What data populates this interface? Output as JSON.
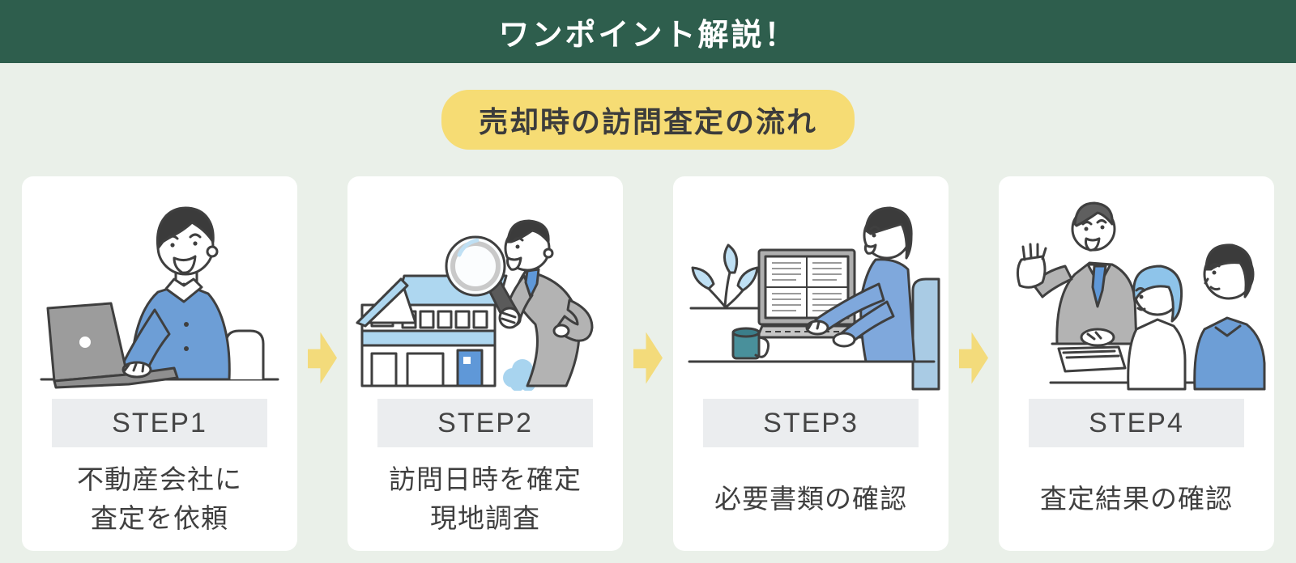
{
  "header": {
    "title": "ワンポイント解説！",
    "bg_color": "#2E5E4D",
    "text_color": "#FFFFFF"
  },
  "badge": {
    "label": "売却時の訪問査定の流れ",
    "bg_color": "#F6DC74",
    "text_color": "#3C3C3C"
  },
  "steps": [
    {
      "label": "STEP1",
      "lines": [
        "不動産会社に",
        "査定を依頼"
      ],
      "illustration": "man-requesting-assessment-on-laptop"
    },
    {
      "label": "STEP2",
      "lines": [
        "訪問日時を確定",
        "現地調査"
      ],
      "illustration": "agent-inspecting-house-with-magnifying-glass"
    },
    {
      "label": "STEP3",
      "lines": [
        "必要書類の確認"
      ],
      "illustration": "man-checking-documents-on-computer"
    },
    {
      "label": "STEP4",
      "lines": [
        "査定結果の確認"
      ],
      "illustration": "agent-explaining-results-to-couple"
    }
  ],
  "arrows": {
    "count": 3,
    "direction": "right",
    "color": "#F3DB7B"
  },
  "colors": {
    "page_bg": "#EAF0E9",
    "card_bg": "#FFFFFF",
    "step_banner_bg": "#EBEDEF",
    "text_dark": "#3C3C3C",
    "outline": "#3F3F3F",
    "illustration_blue": "#6D9ED6",
    "illustration_light_blue": "#AED7F0",
    "illustration_gray": "#B3B3B3",
    "illustration_teal": "#49909B"
  }
}
